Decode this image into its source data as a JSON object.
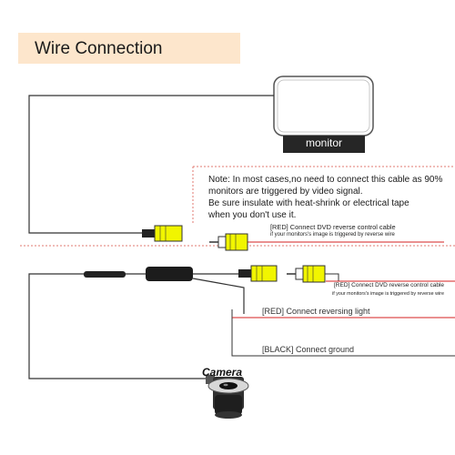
{
  "title": "Wire Connection",
  "monitor_label": "monitor",
  "note_lines": [
    "Note: In most cases,no need to connect this cable as 90%",
    "monitors are triggered by video signal.",
    "Be sure insulate with heat-shrink or electrical tape",
    "when you don't use it."
  ],
  "red_dvd_upper": {
    "main": "[RED] Connect DVD reverse control cable",
    "sub": "if your monitors's image is triggered by reverse wire"
  },
  "red_dvd_lower": {
    "main": "[RED] Connect DVD reverse control cable",
    "sub": "if your monitors's image is triggered by reverse wire"
  },
  "red_reversing": "[RED] Connect reversing light",
  "black_ground": "[BLACK] Connect ground",
  "camera_label": "Camera",
  "colors": {
    "title_band": "#fde6cc",
    "connector_yellow": "#f1f500",
    "red_wire": "#d42020",
    "dashed_border": "#e07a70",
    "label_box": "#262626"
  }
}
